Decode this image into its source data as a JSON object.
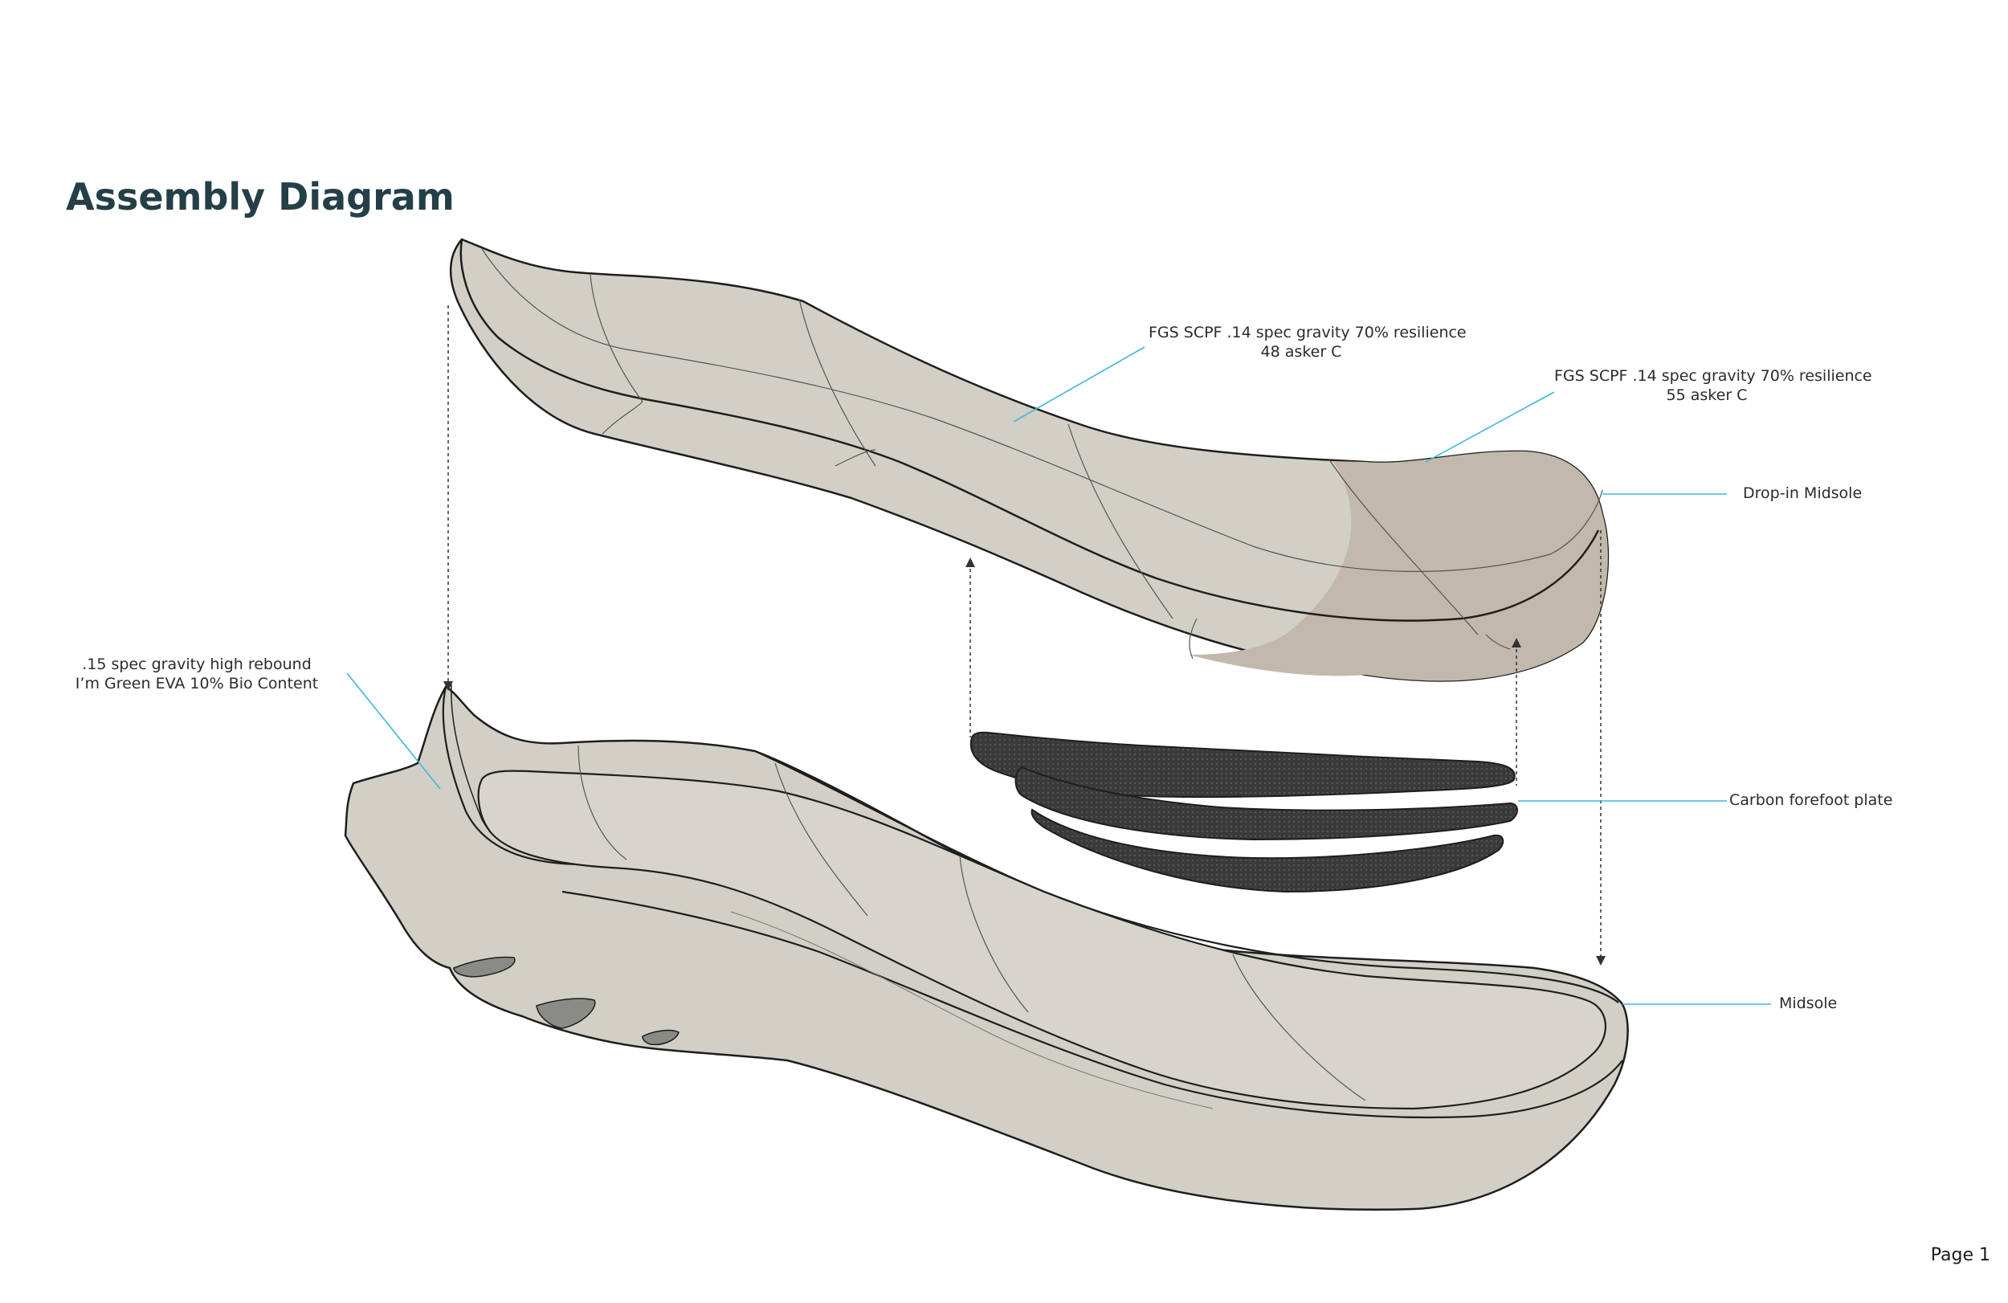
{
  "title": "Assembly Diagram",
  "callouts": {
    "fgs_48": {
      "line1": "FGS SCPF .14 spec gravity 70% resilience",
      "line2": "48 asker C"
    },
    "fgs_55": {
      "line1": "FGS SCPF .14 spec gravity 70% resilience",
      "line2": "55 asker C"
    },
    "drop_in_midsole": "Drop-in Midsole",
    "eva": {
      "line1": ".15 spec gravity high rebound",
      "line2": "I’m Green EVA 10% Bio Content"
    },
    "carbon_plate": "Carbon forefoot plate",
    "midsole": "Midsole"
  },
  "page": "Page 1",
  "colors": {
    "foam": "#d1cfc6",
    "foam_tan": "#c2b8ab",
    "carbon": "#3e3e3e",
    "leader": "#3fb6dc",
    "outline": "#1e1e1e",
    "title": "#243f48"
  }
}
